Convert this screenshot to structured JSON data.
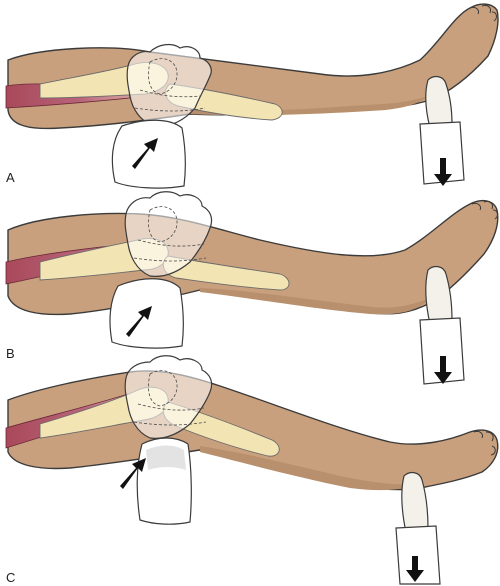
{
  "panels": [
    {
      "label": "A"
    },
    {
      "label": "B"
    },
    {
      "label": "C"
    }
  ],
  "colors": {
    "skin": "#c9a07d",
    "bone": "#f3e4b4",
    "muscle": "#a9495a",
    "hand": "#f4f1ea",
    "arrow": "#111111"
  }
}
